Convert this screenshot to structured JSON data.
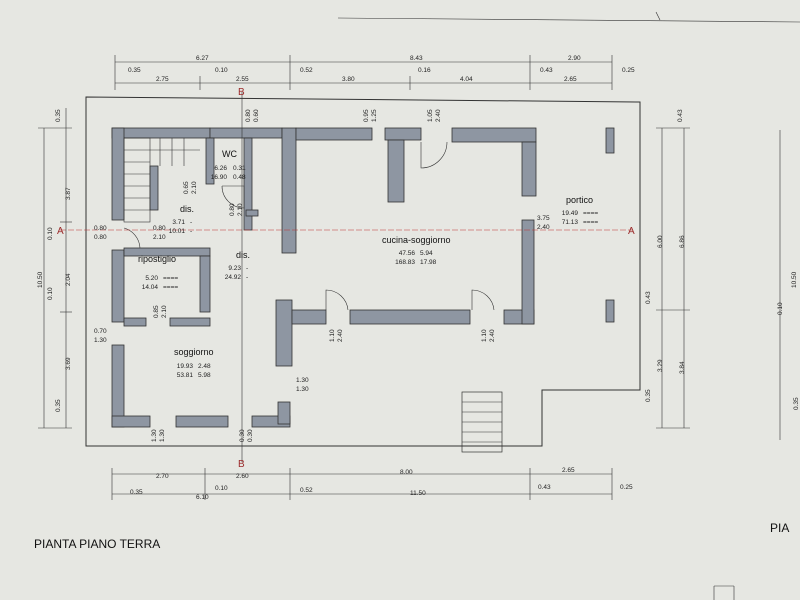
{
  "title": "PIANTA PIANO TERRA",
  "right_cut_title": "PIA",
  "section_marks": {
    "a_left": "A",
    "a_right": "A",
    "b_top": "B",
    "b_bottom": "B"
  },
  "rooms": {
    "wc": {
      "name": "WC",
      "r1a": "6.26",
      "r1b": "0.31",
      "r2a": "16.90",
      "r2b": "0.48"
    },
    "dis_upper": {
      "name": "dis.",
      "r1a": "3.71",
      "r1b": "-",
      "r2a": "10.01",
      "r2b": "-"
    },
    "ripostiglio": {
      "name": "ripostiglio",
      "r1a": "5.20",
      "r1b": "====",
      "r2a": "14.04",
      "r2b": "===="
    },
    "dis_lower": {
      "name": "dis.",
      "r1a": "9.23",
      "r1b": "-",
      "r2a": "24.92",
      "r2b": "-"
    },
    "soggiorno": {
      "name": "soggiorno",
      "r1a": "19.93",
      "r1b": "2.48",
      "r2a": "53.81",
      "r2b": "5.98"
    },
    "cucina": {
      "name": "cucina-soggiorno",
      "r1a": "47.56",
      "r1b": "5.94",
      "r2a": "168.83",
      "r2b": "17.98"
    },
    "portico": {
      "name": "portico",
      "r1a": "19.49",
      "r1b": "====",
      "r2a": "71.13",
      "r2b": "===="
    }
  },
  "dims": {
    "top_total_1": "6.27",
    "top_total_2": "8.43",
    "top_total_3": "2.90",
    "top_a": "0.35",
    "top_b": "0.10",
    "top_c": "0.52",
    "top_d": "0.16",
    "top_e": "0.43",
    "top_f": "0.25",
    "top_g": "2.75",
    "top_h": "2.55",
    "top_i": "3.80",
    "top_j": "4.04",
    "top_k": "2.65",
    "bot_a": "2.70",
    "bot_b": "2.60",
    "bot_c": "8.00",
    "bot_d": "2.65",
    "bot_e": "0.35",
    "bot_f": "0.10",
    "bot_g": "0.52",
    "bot_h": "0.43",
    "bot_i": "0.25",
    "bot_j": "6.10",
    "bot_k": "11.50",
    "left_a": "0.35",
    "left_b": "3.87",
    "left_c": "0.10",
    "left_d": "2.04",
    "left_e": "0.10",
    "left_f": "3.69",
    "left_g": "0.35",
    "left_total": "10.50",
    "right_a": "0.43",
    "right_b": "6.00",
    "right_c": "6.86",
    "right_d": "0.43",
    "right_e": "3.29",
    "right_f": "3.84",
    "right_g": "0.35",
    "far_total": "10.50",
    "far_a": "0.10",
    "far_b": "0.35",
    "op_top_1a": "0.80",
    "op_top_1b": "0.60",
    "op_top_2a": "0.95",
    "op_top_2b": "1.25",
    "op_top_3a": "1.05",
    "op_top_3b": "2.40",
    "op_wc_a": "0.65",
    "op_wc_b": "2.10",
    "op_dis_a": "0.80",
    "op_dis_b": "2.10",
    "op_rip_a": "0.85",
    "op_rip_b": "2.10",
    "op_left_a": "0.80",
    "op_left_b": "0.80",
    "op_mid_a": "0.80",
    "op_mid_b": "2.10",
    "op_sog_a": "0.70",
    "op_sog_b": "1.30",
    "op_bot_1a": "1.10",
    "op_bot_1b": "2.40",
    "op_bot_2a": "1.10",
    "op_bot_2b": "2.40",
    "op_step_a": "1.30",
    "op_step_b": "1.30",
    "op_base_1a": "1.30",
    "op_base_1b": "1.30",
    "op_base_2a": "0.30",
    "op_base_2b": "0.30",
    "op_port_a": "3.75",
    "op_port_b": "2.40"
  }
}
